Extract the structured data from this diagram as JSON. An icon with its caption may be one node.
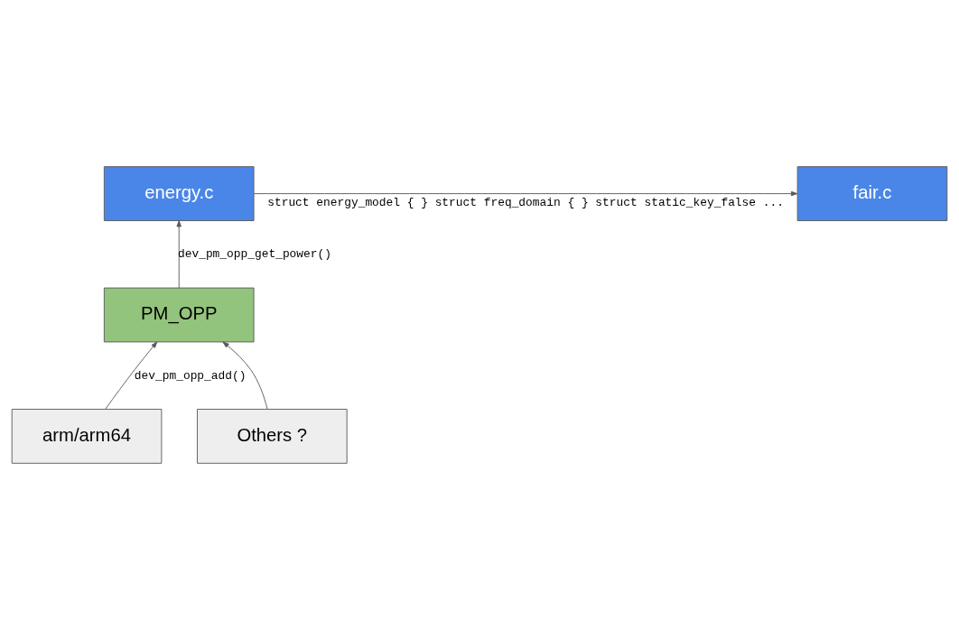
{
  "diagram": {
    "nodes": [
      {
        "text": [
          "energy.c"
        ]
      },
      {
        "text": [
          "fair.c"
        ]
      },
      {
        "text": [
          "PM_OPP"
        ]
      },
      {
        "text": [
          "arm/arm64"
        ]
      },
      {
        "text": [
          "Others ?"
        ]
      }
    ],
    "edges": [
      {
        "from": 0,
        "to": 1,
        "arrow": "to",
        "label": "struct energy_model { } struct freq_domain { } struct static_key_false ..."
      },
      {
        "from": 2,
        "to": 0,
        "arrow": "to",
        "label": "dev_pm_opp_get_power()"
      },
      {
        "from": 3,
        "to": 2,
        "arrow": "to",
        "label": "dev_pm_opp_add()"
      },
      {
        "from": 4,
        "to": 2,
        "arrow": "to"
      }
    ]
  }
}
